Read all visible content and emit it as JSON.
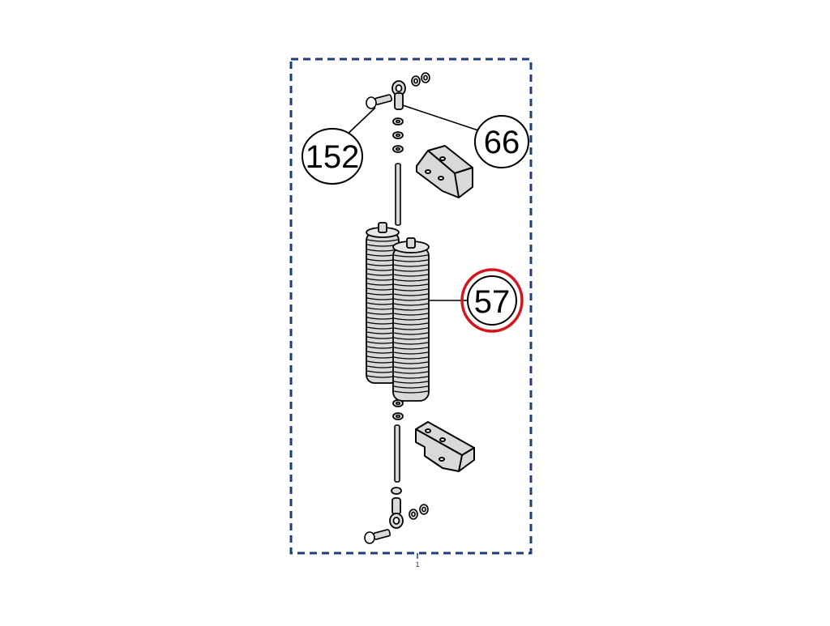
{
  "diagram": {
    "frame": {
      "style": "dashed",
      "color": "#1f3c7a",
      "tick_label": "1"
    },
    "callouts": [
      {
        "id": "152",
        "label": "152",
        "highlighted": false
      },
      {
        "id": "66",
        "label": "66",
        "highlighted": false
      },
      {
        "id": "57",
        "label": "57",
        "highlighted": true
      }
    ],
    "highlight_color": "#d7141a",
    "line_color": "#000000",
    "part_fill": "#d9d9d9",
    "icons": [
      "bolt-icon",
      "rod-end-icon",
      "nut-icon",
      "washer-icon",
      "threaded-rod-icon",
      "mounting-bracket-icon",
      "bellows-icon"
    ]
  }
}
